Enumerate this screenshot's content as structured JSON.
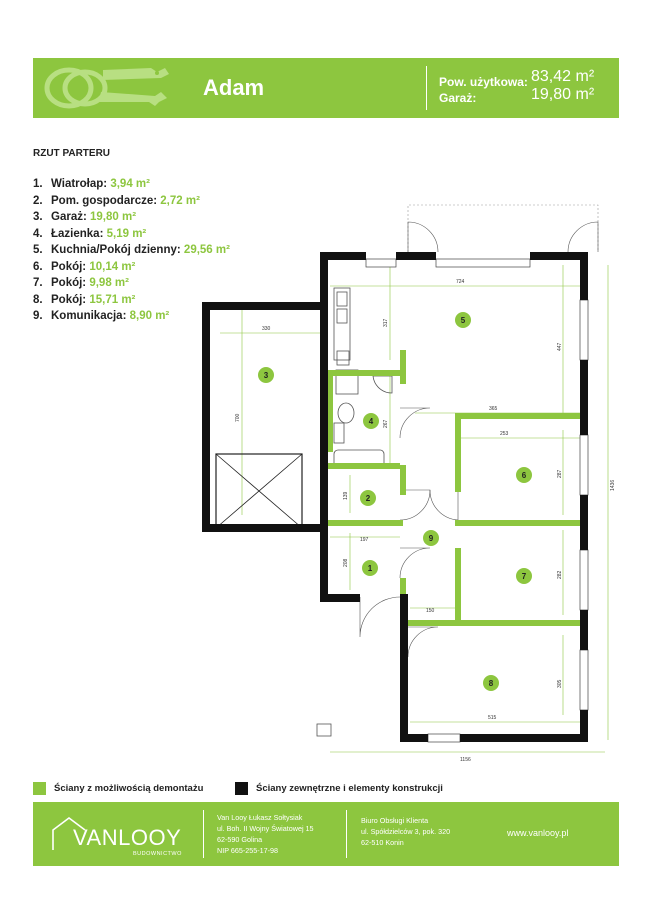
{
  "header": {
    "title": "Adam",
    "usable_area_label": "Pow. użytkowa:",
    "usable_area_value": "83,42 m²",
    "garage_label": "Garaż:",
    "garage_value": "19,80 m²",
    "accent_color": "#8dc63f"
  },
  "plan_title": "RZUT PARTERU",
  "rooms": [
    {
      "num": "1.",
      "name": "Wiatrołap:",
      "area": "3,94 m²"
    },
    {
      "num": "2.",
      "name": "Pom. gospodarcze:",
      "area": "2,72 m²"
    },
    {
      "num": "3.",
      "name": "Garaż:",
      "area": "19,80 m²"
    },
    {
      "num": "4.",
      "name": "Łazienka:",
      "area": "5,19 m²"
    },
    {
      "num": "5.",
      "name": "Kuchnia/Pokój dzienny:",
      "area": "29,56 m²"
    },
    {
      "num": "6.",
      "name": "Pokój:",
      "area": "10,14 m²"
    },
    {
      "num": "7.",
      "name": "Pokój:",
      "area": "9,98 m²"
    },
    {
      "num": "8.",
      "name": "Pokój:",
      "area": "15,71 m²"
    },
    {
      "num": "9.",
      "name": "Komunikacja:",
      "area": "8,90 m²"
    }
  ],
  "floorplan": {
    "room_markers": [
      "1",
      "2",
      "3",
      "4",
      "5",
      "6",
      "7",
      "8",
      "9"
    ],
    "dimensions": {
      "d724": "724",
      "d317": "317",
      "d447": "447",
      "d330": "330",
      "d700": "700",
      "d267": "267",
      "d365": "365",
      "d253": "253",
      "d287": "287",
      "d1436": "1436",
      "d139": "139",
      "d197": "197",
      "d208": "208",
      "d282": "282",
      "d150": "150",
      "d305": "305",
      "d515": "515",
      "d1156": "1156"
    },
    "wall_colors": {
      "removable": "#8dc63f",
      "structural": "#000000"
    }
  },
  "legend": {
    "removable_label": "Ściany z możliwością demontażu",
    "structural_label": "Ściany zewnętrzne i elementy konstrukcji"
  },
  "footer": {
    "logo_text": "VANLOOY",
    "logo_subtext": "BUDOWNICTWO",
    "company": [
      "Van Looy Łukasz Sołtysiak",
      "ul. Boh. II Wojny Światowej 15",
      "62-590 Golina",
      "NIP 665-255-17-98"
    ],
    "office": [
      "Biuro Obsługi Klienta",
      "ul. Spółdzielców 3, pok. 320",
      "62-510 Konin"
    ],
    "website": "www.vanlooy.pl"
  }
}
